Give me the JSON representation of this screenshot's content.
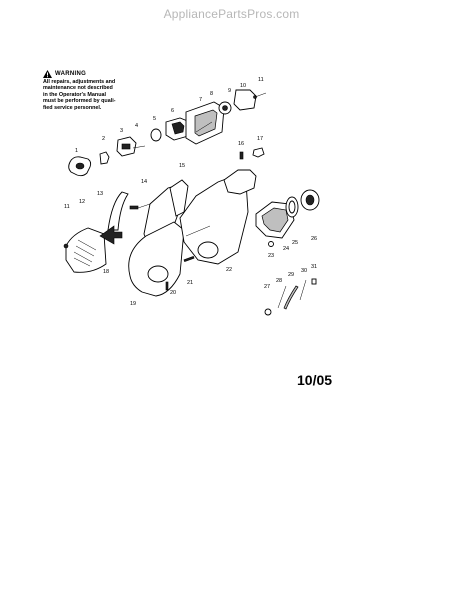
{
  "site": {
    "watermark": "AppliancePartsPros.com"
  },
  "warning": {
    "title": "WARNING",
    "lines": [
      "All repairs, adjustments and",
      "maintenance not described",
      "in the Operator's Manual",
      "must be performed by quali-",
      "fied service personnel."
    ]
  },
  "footer": {
    "date_code": "10/05"
  },
  "callouts": [
    "1",
    "2",
    "3",
    "4",
    "5",
    "6",
    "7",
    "8",
    "9",
    "10",
    "11",
    "11",
    "12",
    "13",
    "14",
    "15",
    "16",
    "17",
    "18",
    "19",
    "20",
    "21",
    "22",
    "23",
    "23",
    "24",
    "25",
    "26",
    "27",
    "28",
    "29",
    "30",
    "31"
  ]
}
